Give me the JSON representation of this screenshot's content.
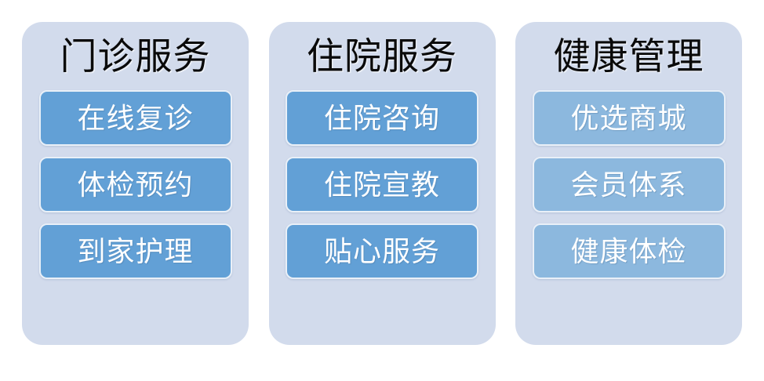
{
  "diagram": {
    "type": "three-column-service-menu",
    "background_color": "#ffffff",
    "card_color": "#d2dbec",
    "button_color": "#62a0d6",
    "button_color_light": "#8cb8de",
    "button_text_color": "#ffffff",
    "title_text_color": "#0a0a0a",
    "columns": [
      {
        "title": "门诊服务",
        "buttons": [
          {
            "label": "在线复诊"
          },
          {
            "label": "体检预约"
          },
          {
            "label": "到家护理"
          }
        ]
      },
      {
        "title": "住院服务",
        "buttons": [
          {
            "label": "住院咨询"
          },
          {
            "label": "住院宣教"
          },
          {
            "label": "贴心服务"
          }
        ]
      },
      {
        "title": "健康管理",
        "buttons": [
          {
            "label": "优选商城"
          },
          {
            "label": "会员体系"
          },
          {
            "label": "健康体检"
          }
        ]
      }
    ]
  }
}
